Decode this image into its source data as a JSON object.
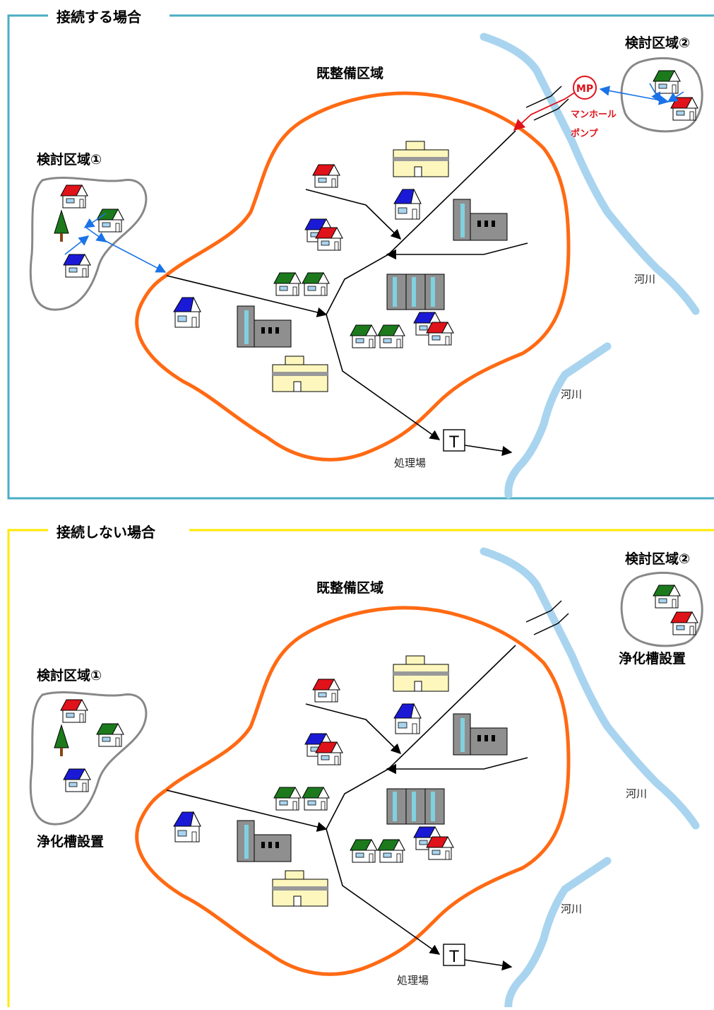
{
  "panels": [
    {
      "title": "接続する場合",
      "frame_color": "#4aaec4",
      "area1_label": "検討区域①",
      "area2_label": "検討区域②",
      "core_label": "既整備区域",
      "river_label_1": "河川",
      "river_label_2": "河川",
      "plant_symbol": "T",
      "plant_label": "処理場",
      "pump_symbol": "MP",
      "pump_label_line1": "マンホール",
      "pump_label_line2": "ポンプ"
    },
    {
      "title": "接続しない場合",
      "frame_color": "#ffe800",
      "area1_label": "検討区域①",
      "area2_label": "検討区域②",
      "core_label": "既整備区域",
      "river_label_1": "河川",
      "river_label_2": "河川",
      "plant_symbol": "T",
      "plant_label": "処理場",
      "septic_label_1": "浄化槽設置",
      "septic_label_2": "浄化槽設置"
    }
  ],
  "colors": {
    "boundary": "#ff6a13",
    "river": "#a9d4ef",
    "area_outline": "#888888",
    "connection": "#1a73e8",
    "pump": "#e0121a",
    "roof_red": "#e0121a",
    "roof_blue": "#1a1ad6",
    "roof_green": "#1c7a1c",
    "building_yellow": "#fdf7be",
    "building_gray": "#8f8f8f",
    "tree": "#1c7a1c"
  }
}
